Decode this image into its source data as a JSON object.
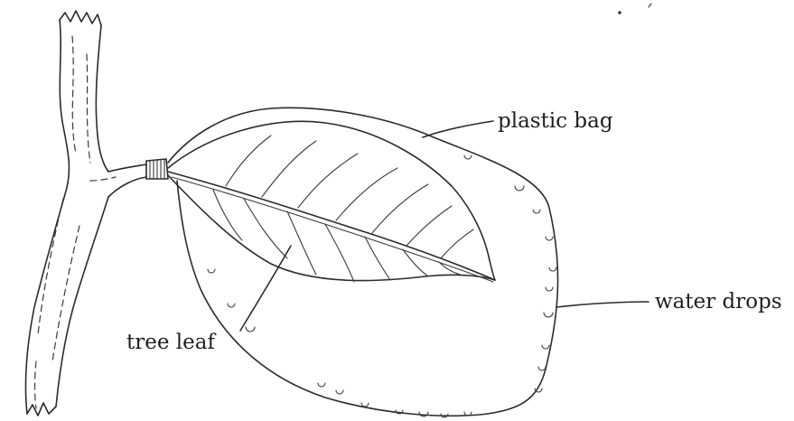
{
  "labels": {
    "plastic_bag": "plastic bag",
    "water_drops": "water drops",
    "tree_leaf": "tree leaf"
  },
  "colors": {
    "ink": "#2b2b2b",
    "background": "#ffffff"
  }
}
